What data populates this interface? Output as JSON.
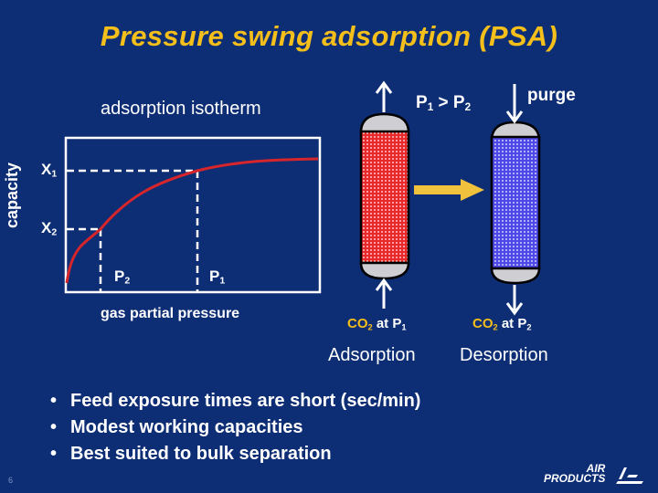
{
  "slide": {
    "title": "Pressure swing adsorption (PSA)",
    "page_number": "6",
    "background_color": "#0d2d74",
    "accent_color": "#f5bf1b"
  },
  "isotherm": {
    "title": "adsorption isotherm",
    "y_axis_label": "capacity",
    "x_axis_label": "gas partial pressure",
    "x1": {
      "main": "X",
      "sub": "1"
    },
    "x2": {
      "main": "X",
      "sub": "2"
    },
    "p1": {
      "main": "P",
      "sub": "1"
    },
    "p2": {
      "main": "P",
      "sub": "2"
    },
    "curve_color": "#d7262b"
  },
  "chart_data": {
    "type": "line",
    "title": "adsorption isotherm",
    "xlabel": "gas partial pressure",
    "ylabel": "capacity",
    "series": [
      {
        "name": "isotherm",
        "x": [
          0,
          0.05,
          0.14,
          0.3,
          0.52,
          0.7,
          1.0
        ],
        "y": [
          0,
          0.35,
          0.5,
          0.7,
          0.83,
          0.88,
          0.9
        ]
      }
    ],
    "annotations": [
      {
        "label": "P2",
        "x": 0.14,
        "y": 0.5,
        "ylabel": "X2"
      },
      {
        "label": "P1",
        "x": 0.52,
        "y": 0.83,
        "ylabel": "X1"
      }
    ],
    "grid": false
  },
  "process": {
    "pressure_relation": {
      "p1": "P",
      "p1_sub": "1",
      "op": " > ",
      "p2": "P",
      "p2_sub": "2"
    },
    "purge_label": "purge",
    "adsorption_feed": {
      "species": "CO",
      "species_sub": "2",
      "rest": " at P",
      "rest_sub": "1"
    },
    "desorption_out": {
      "species": "CO",
      "species_sub": "2",
      "rest": " at P",
      "rest_sub": "2"
    },
    "adsorption_label": "Adsorption",
    "desorption_label": "Desorption",
    "adsorption_bed_color": "#e8282b",
    "desorption_bed_color": "#5a55e8"
  },
  "bullets": [
    "Feed exposure times are short (sec/min)",
    "Modest working capacities",
    "Best suited to bulk separation"
  ],
  "logo": {
    "line1": "AIR",
    "line2": "PRODUCTS"
  }
}
